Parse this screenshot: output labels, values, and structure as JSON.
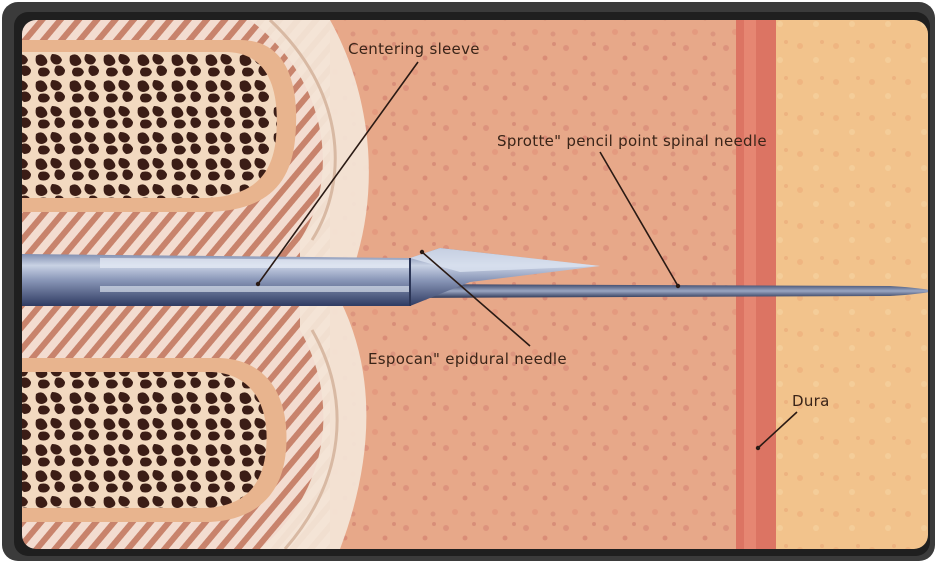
{
  "labels": {
    "centering_sleeve": "Centering sleeve",
    "spinal_needle": "Sprotte\" pencil point spinal needle",
    "epidural_needle": "Espocan\" epidural needle",
    "dura": "Dura"
  },
  "colors": {
    "frame": "#3b3b3b",
    "tissue": "#e8a88a",
    "dura_line": "#d96a5a",
    "csf": "#f2c48e",
    "bone_outer": "#f0c9a6",
    "bone_inner": "#3d1f18",
    "ligament": "#f4e3d2",
    "needle_light": "#b7c1d6",
    "needle_dark": "#3e4e78",
    "leader_line": "#2a1a14"
  },
  "icons": {
    "spinal_needle": "spinal-needle-icon",
    "epidural_needle": "epidural-needle-icon",
    "centering_sleeve": "centering-sleeve-icon"
  }
}
